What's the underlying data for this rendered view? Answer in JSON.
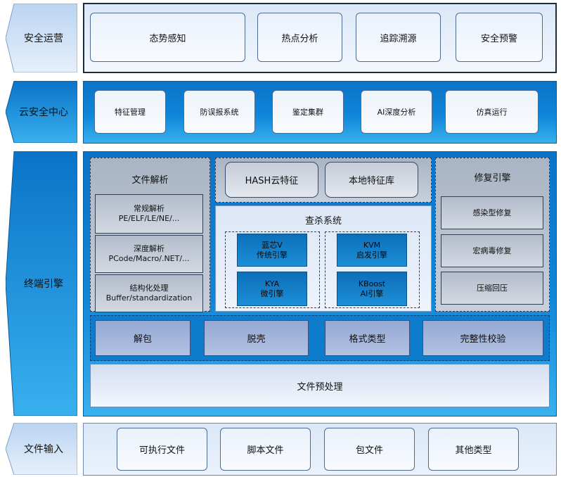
{
  "side_labels": {
    "ops": "安全运营",
    "cloud": "云安全中心",
    "engine": "终端引擎",
    "input": "文件输入"
  },
  "ops": {
    "items": [
      "态势感知",
      "热点分析",
      "追踪溯源",
      "安全预警"
    ]
  },
  "cloud": {
    "items": [
      "特征管理",
      "防误报系统",
      "鉴定集群",
      "AI深度分析",
      "仿真运行"
    ]
  },
  "engine": {
    "file_parse": {
      "title": "文件解析",
      "items": [
        [
          "常规解析",
          "PE/ELF/LE/NE/..."
        ],
        [
          "深度解析",
          "PCode/Macro/.NET/..."
        ],
        [
          "结构化处理",
          "Buffer/standardization"
        ]
      ]
    },
    "signatures": [
      "HASH云特征",
      "本地特征库"
    ],
    "scan": {
      "title": "查杀系统",
      "engines": [
        [
          "蓝芯V",
          "传统引擎"
        ],
        [
          "KVM",
          "启发引擎"
        ],
        [
          "KYA",
          "微引擎"
        ],
        [
          "KBoost",
          "AI引擎"
        ]
      ]
    },
    "repair": {
      "title": "修复引擎",
      "items": [
        "感染型修复",
        "宏病毒修复",
        "压缩回压"
      ]
    },
    "preprocess": {
      "items": [
        "解包",
        "脱壳",
        "格式类型",
        "完整性校验"
      ],
      "title": "文件预处理"
    }
  },
  "input": {
    "items": [
      "可执行文件",
      "脚本文件",
      "包文件",
      "其他类型"
    ]
  },
  "colors": {
    "panel_blue": "#0f86d9",
    "panel_light": "#e8f0fb",
    "border_dark": "#1e2c3c"
  }
}
